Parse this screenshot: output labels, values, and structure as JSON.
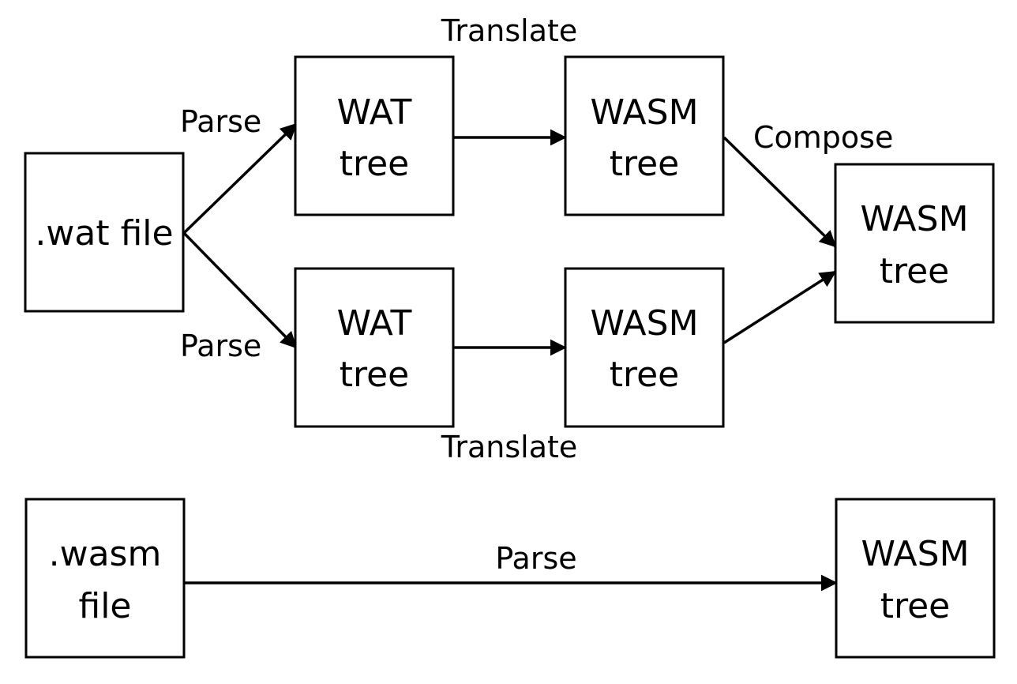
{
  "nodes": {
    "wat_file": {
      "line1": ".wat file"
    },
    "wat_tree_top": {
      "line1": "WAT",
      "line2": "tree"
    },
    "wasm_tree_top": {
      "line1": "WASM",
      "line2": "tree"
    },
    "wat_tree_bottom": {
      "line1": "WAT",
      "line2": "tree"
    },
    "wasm_tree_bottom": {
      "line1": "WASM",
      "line2": "tree"
    },
    "wasm_tree_composed": {
      "line1": "WASM",
      "line2": "tree"
    },
    "wasm_file": {
      "line1": ".wasm",
      "line2": "file"
    },
    "wasm_tree_parsed": {
      "line1": "WASM",
      "line2": "tree"
    }
  },
  "edges": {
    "parse_top": "Parse",
    "parse_bottom": "Parse",
    "translate_top": "Translate",
    "translate_bottom": "Translate",
    "compose": "Compose",
    "parse_wasm": "Parse"
  }
}
